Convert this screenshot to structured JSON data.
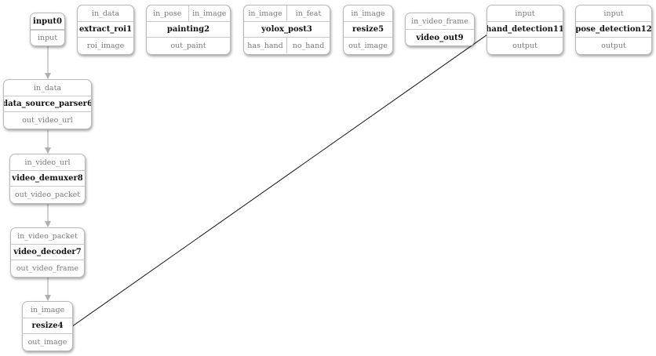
{
  "nodes": {
    "input0": {
      "name": "input0",
      "outputs": [
        "input"
      ]
    },
    "extract_roi1": {
      "name": "extract_roi1",
      "inputs": [
        "in_data"
      ],
      "outputs": [
        "roi_image"
      ]
    },
    "painting2": {
      "name": "painting2",
      "inputs": [
        "in_pose",
        "in_image"
      ],
      "outputs": [
        "out_paint"
      ]
    },
    "yolox_post3": {
      "name": "yolox_post3",
      "inputs": [
        "in_image",
        "in_feat"
      ],
      "outputs": [
        "has_hand",
        "no_hand"
      ]
    },
    "resize5": {
      "name": "resize5",
      "inputs": [
        "in_image"
      ],
      "outputs": [
        "out_image"
      ]
    },
    "video_out9": {
      "name": "video_out9",
      "inputs": [
        "in_video_frame"
      ]
    },
    "hand_detection11": {
      "name": "hand_detection11",
      "inputs": [
        "input"
      ],
      "outputs": [
        "output"
      ]
    },
    "pose_detection12": {
      "name": "pose_detection12",
      "inputs": [
        "input"
      ],
      "outputs": [
        "output"
      ]
    },
    "data_source_parser6": {
      "name": "data_source_parser6",
      "inputs": [
        "in_data"
      ],
      "outputs": [
        "out_video_url"
      ]
    },
    "video_demuxer8": {
      "name": "video_demuxer8",
      "inputs": [
        "in_video_url"
      ],
      "outputs": [
        "out_video_packet"
      ]
    },
    "video_decoder7": {
      "name": "video_decoder7",
      "inputs": [
        "in_video_packet"
      ],
      "outputs": [
        "out_video_frame"
      ]
    },
    "resize4": {
      "name": "resize4",
      "inputs": [
        "in_image"
      ],
      "outputs": [
        "out_image"
      ]
    }
  },
  "edges": [
    {
      "from": "input0.input",
      "to": "data_source_parser6.in_data"
    },
    {
      "from": "data_source_parser6.out_video_url",
      "to": "video_demuxer8.in_video_url"
    },
    {
      "from": "video_demuxer8.out_video_packet",
      "to": "video_decoder7.in_video_packet"
    },
    {
      "from": "video_decoder7.out_video_frame",
      "to": "resize4.in_image"
    },
    {
      "from": "resize4.out_image",
      "to": "hand_detection11.input"
    }
  ],
  "colors": {
    "edge_gray": "#b0b0b0",
    "edge_dark": "#111111",
    "border": "#b9b9b9"
  }
}
